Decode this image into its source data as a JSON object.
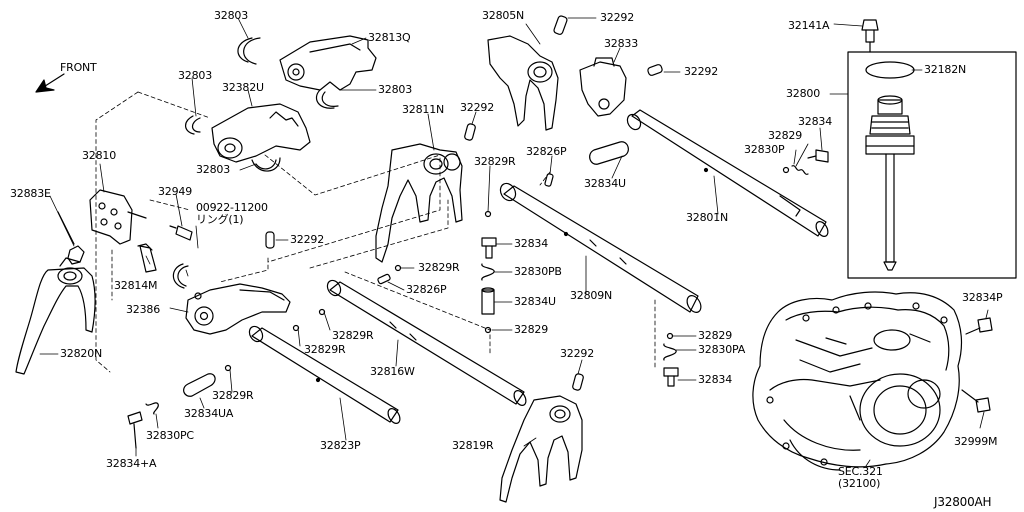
{
  "diagram": {
    "direction_label": "FRONT",
    "diagram_code": "J32800AH",
    "labels": [
      {
        "id": "l1",
        "text": "32803"
      },
      {
        "id": "l2",
        "text": "32813Q"
      },
      {
        "id": "l3",
        "text": "32803"
      },
      {
        "id": "l4",
        "text": "32382U"
      },
      {
        "id": "l5",
        "text": "32803"
      },
      {
        "id": "l6",
        "text": "32803"
      },
      {
        "id": "l7",
        "text": "32810"
      },
      {
        "id": "l8",
        "text": "32883E"
      },
      {
        "id": "l9",
        "text": "32949"
      },
      {
        "id": "l10",
        "text": "00922-11200"
      },
      {
        "id": "l11",
        "text": "リング(1)"
      },
      {
        "id": "l12",
        "text": "32814M"
      },
      {
        "id": "l13",
        "text": "32292"
      },
      {
        "id": "l14",
        "text": "32386"
      },
      {
        "id": "l15",
        "text": "32820N"
      },
      {
        "id": "l16",
        "text": "32805N"
      },
      {
        "id": "l17",
        "text": "32292"
      },
      {
        "id": "l18",
        "text": "32811N"
      },
      {
        "id": "l19",
        "text": "32292"
      },
      {
        "id": "l20",
        "text": "32833"
      },
      {
        "id": "l21",
        "text": "32292"
      },
      {
        "id": "l22",
        "text": "32829R"
      },
      {
        "id": "l23",
        "text": "32826P"
      },
      {
        "id": "l24",
        "text": "32834U"
      },
      {
        "id": "l25",
        "text": "32801N"
      },
      {
        "id": "l26",
        "text": "32834"
      },
      {
        "id": "l27",
        "text": "32830PB"
      },
      {
        "id": "l28",
        "text": "32829R"
      },
      {
        "id": "l29",
        "text": "32826P"
      },
      {
        "id": "l30",
        "text": "32834U"
      },
      {
        "id": "l31",
        "text": "32809N"
      },
      {
        "id": "l32",
        "text": "32829"
      },
      {
        "id": "l33",
        "text": "32829R"
      },
      {
        "id": "l34",
        "text": "32829R"
      },
      {
        "id": "l35",
        "text": "32816W"
      },
      {
        "id": "l36",
        "text": "32829R"
      },
      {
        "id": "l37",
        "text": "32834UA"
      },
      {
        "id": "l38",
        "text": "32830PC"
      },
      {
        "id": "l39",
        "text": "32834+A"
      },
      {
        "id": "l40",
        "text": "32823P"
      },
      {
        "id": "l41",
        "text": "32292"
      },
      {
        "id": "l42",
        "text": "32819R"
      },
      {
        "id": "l43",
        "text": "32829"
      },
      {
        "id": "l44",
        "text": "32830PA"
      },
      {
        "id": "l45",
        "text": "32834"
      },
      {
        "id": "l46",
        "text": "32141A"
      },
      {
        "id": "l47",
        "text": "32182N"
      },
      {
        "id": "l48",
        "text": "32800"
      },
      {
        "id": "l49",
        "text": "32829"
      },
      {
        "id": "l50",
        "text": "32834"
      },
      {
        "id": "l51",
        "text": "32830P"
      },
      {
        "id": "l52",
        "text": "32834P"
      },
      {
        "id": "l53",
        "text": "32999M"
      },
      {
        "id": "l54",
        "text": "SEC.321"
      },
      {
        "id": "l55",
        "text": "(32100)"
      }
    ]
  }
}
